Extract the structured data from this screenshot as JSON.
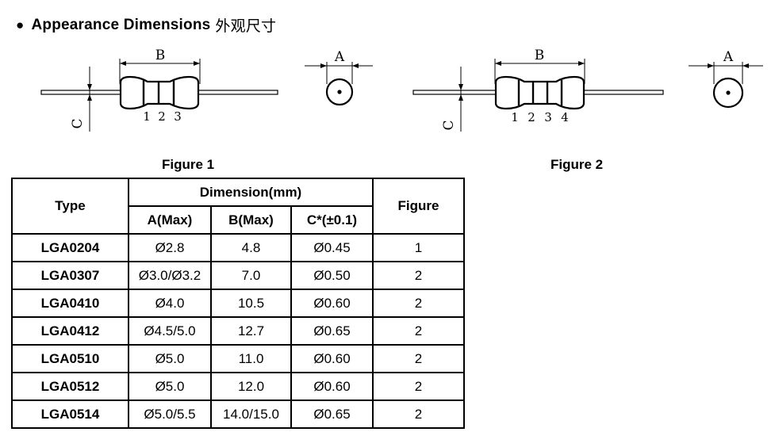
{
  "heading": {
    "bullet": "●",
    "title": "Appearance Dimensions",
    "title_cn": "外观尺寸"
  },
  "figure1": {
    "label_b": "B",
    "label_a": "A",
    "label_c": "C",
    "band_numbers": [
      "1",
      "2",
      "3"
    ],
    "caption": "Figure 1"
  },
  "figure2": {
    "label_b": "B",
    "label_a": "A",
    "label_c": "C",
    "band_numbers": [
      "1",
      "2",
      "3",
      "4"
    ],
    "caption": "Figure 2"
  },
  "table": {
    "header_type": "Type",
    "header_dimension": "Dimension(mm)",
    "header_a": "A(Max)",
    "header_b": "B(Max)",
    "header_c": "C*(±0.1)",
    "header_figure": "Figure",
    "rows": [
      {
        "type": "LGA0204",
        "a": "Ø2.8",
        "b": "4.8",
        "c": "Ø0.45",
        "figure": "1"
      },
      {
        "type": "LGA0307",
        "a": "Ø3.0/Ø3.2",
        "b": "7.0",
        "c": "Ø0.50",
        "figure": "2"
      },
      {
        "type": "LGA0410",
        "a": "Ø4.0",
        "b": "10.5",
        "c": "Ø0.60",
        "figure": "2"
      },
      {
        "type": "LGA0412",
        "a": "Ø4.5/5.0",
        "b": "12.7",
        "c": "Ø0.65",
        "figure": "2"
      },
      {
        "type": "LGA0510",
        "a": "Ø5.0",
        "b": "11.0",
        "c": "Ø0.60",
        "figure": "2"
      },
      {
        "type": "LGA0512",
        "a": "Ø5.0",
        "b": "12.0",
        "c": "Ø0.60",
        "figure": "2"
      },
      {
        "type": "LGA0514",
        "a": "Ø5.0/5.5",
        "b": "14.0/15.0",
        "c": "Ø0.65",
        "figure": "2"
      }
    ]
  }
}
